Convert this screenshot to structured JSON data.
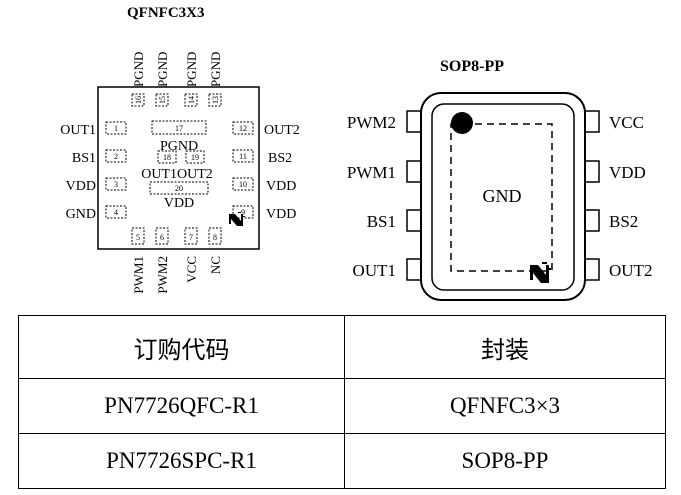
{
  "qfn": {
    "title": "QFNFC3X3",
    "top_pins": [
      {
        "name": "PGND",
        "num": "16"
      },
      {
        "name": "PGND",
        "num": "15"
      },
      {
        "name": "PGND",
        "num": "14"
      },
      {
        "name": "PGND",
        "num": "13"
      }
    ],
    "left_pins": [
      {
        "name": "OUT1",
        "num": "1"
      },
      {
        "name": "BS1",
        "num": "2"
      },
      {
        "name": "VDD",
        "num": "3"
      },
      {
        "name": "GND",
        "num": "4"
      }
    ],
    "right_pins": [
      {
        "name": "OUT2",
        "num": "12"
      },
      {
        "name": "BS2",
        "num": "11"
      },
      {
        "name": "VDD",
        "num": "10"
      },
      {
        "name": "VDD",
        "num": "9"
      }
    ],
    "bottom_pins": [
      {
        "name": "PWM1",
        "num": "5"
      },
      {
        "name": "PWM2",
        "num": "6"
      },
      {
        "name": "VCC",
        "num": "7"
      },
      {
        "name": "NC",
        "num": "8"
      }
    ],
    "pads": [
      {
        "name": "PGND",
        "num": "17"
      },
      {
        "name": "OUT1",
        "num": "18"
      },
      {
        "name": "OUT2",
        "num": "19"
      },
      {
        "name": "VDD",
        "num": "20"
      }
    ]
  },
  "sop": {
    "title": "SOP8-PP",
    "left_pins": [
      "PWM2",
      "PWM1",
      "BS1",
      "OUT1"
    ],
    "right_pins": [
      "VCC",
      "VDD",
      "BS2",
      "OUT2"
    ],
    "center_label": "GND"
  },
  "order_table": {
    "headers": [
      "订购代码",
      "封装"
    ],
    "rows": [
      [
        "PN7726QFC-R1",
        "QFNFC3×3"
      ],
      [
        "PN7726SPC-R1",
        "SOP8-PP"
      ]
    ]
  }
}
